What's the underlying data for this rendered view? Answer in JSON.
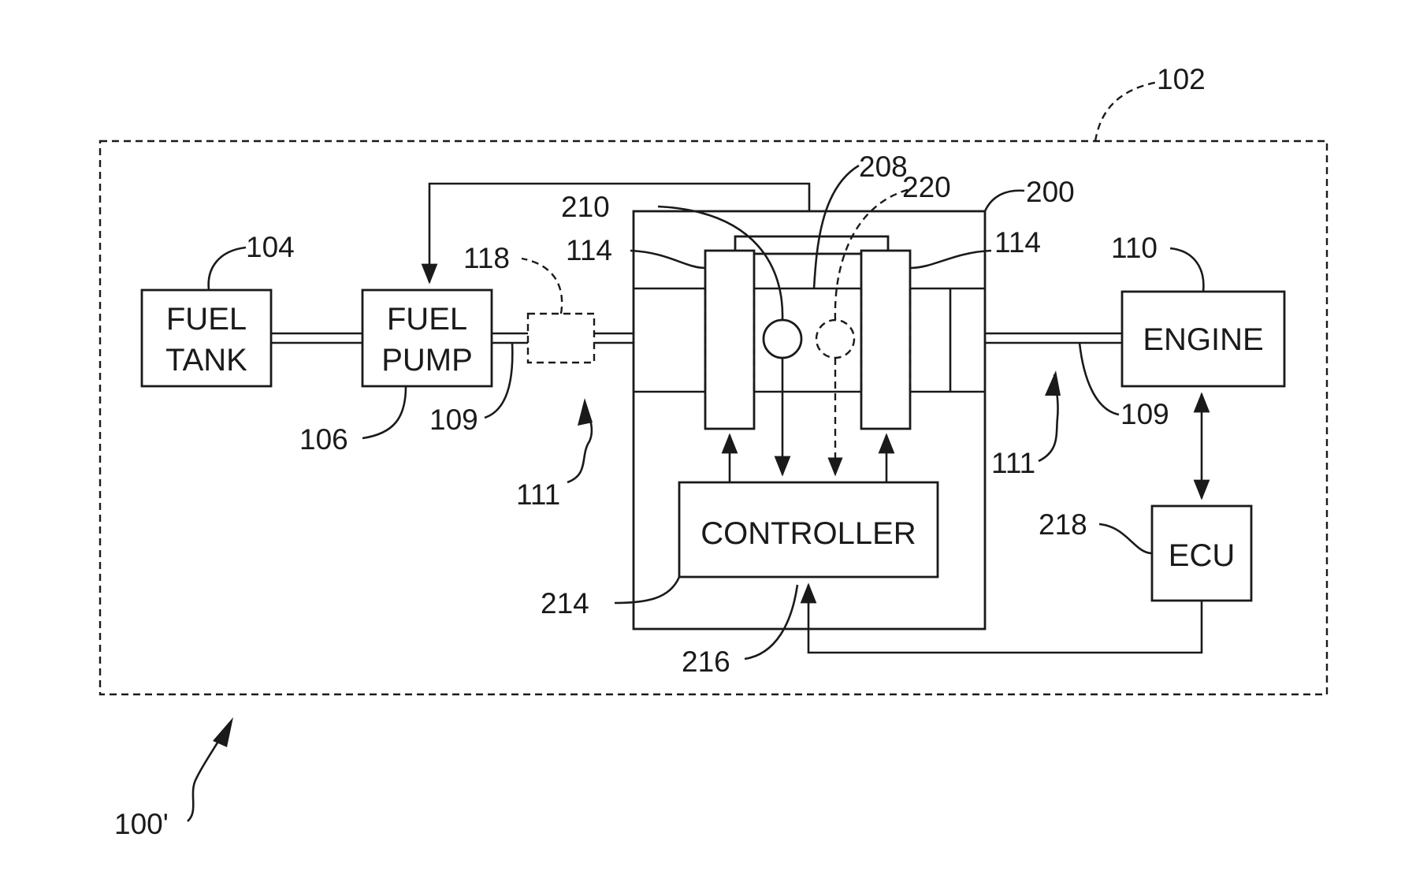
{
  "blocks": {
    "fuel_tank": {
      "line1": "FUEL",
      "line2": "TANK"
    },
    "fuel_pump": {
      "line1": "FUEL",
      "line2": "PUMP"
    },
    "engine": "ENGINE",
    "controller": "CONTROLLER",
    "ecu": "ECU"
  },
  "refs": {
    "system_boundary": "102",
    "fuel_tank": "104",
    "fuel_pump": "106",
    "engine": "110",
    "fuel_line_left": "109",
    "fuel_line_right": "109",
    "flow_arrow_left": "111",
    "flow_arrow_right": "111",
    "filter": "118",
    "left_valve": "114",
    "right_valve": "114",
    "valve_body": "200",
    "manifold": "208",
    "sensor_solid": "210",
    "sensor_dashed": "220",
    "controller": "214",
    "controller_input": "216",
    "ecu": "218",
    "overall": "100'"
  }
}
